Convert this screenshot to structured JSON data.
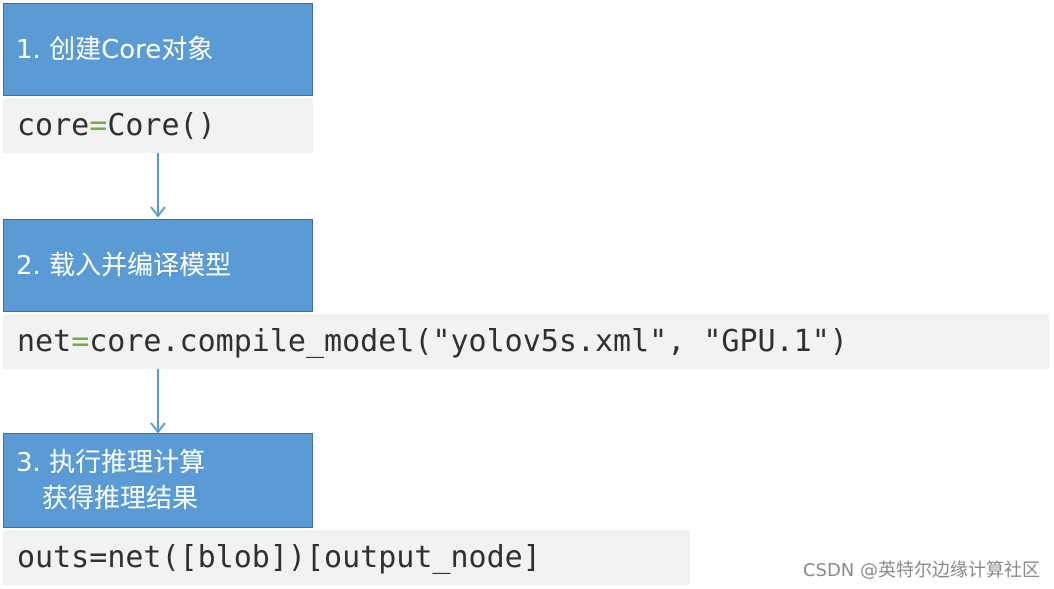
{
  "steps": [
    {
      "lines": [
        "1. 创建Core对象"
      ]
    },
    {
      "lines": [
        "2. 载入并编译模型"
      ]
    },
    {
      "lines": [
        "3. 执行推理计算",
        "获得推理结果"
      ]
    }
  ],
  "code": [
    {
      "lhs": "core",
      "op": "=",
      "rhs": "Core()"
    },
    {
      "lhs": "net",
      "op": "=",
      "rhs": "core.compile_model(\"yolov5s.xml\", \"GPU.1\")"
    },
    {
      "lhs": "outs",
      "op": "=",
      "rhs": "net([blob])[output_node]"
    }
  ],
  "watermark": "CSDN @英特尔边缘计算社区",
  "colors": {
    "box_fill": "#5b9bd5",
    "box_border": "#41719c",
    "code_bg": "#f2f2f2",
    "operator_green": "#70ad47",
    "arrow": "#5b9bd5"
  }
}
